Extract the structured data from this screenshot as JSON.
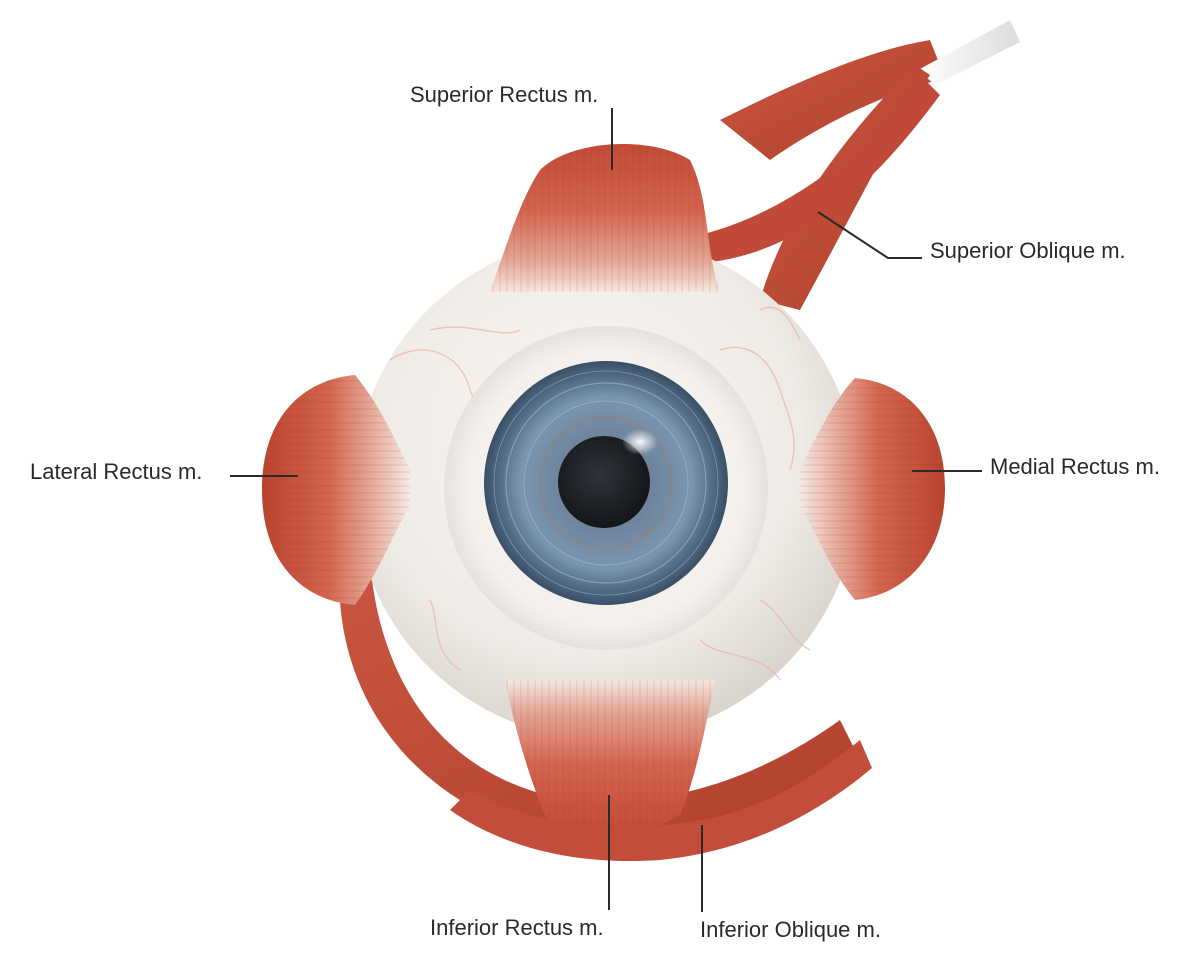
{
  "labels": {
    "superior_rectus": "Superior Rectus m.",
    "superior_oblique": "Superior Oblique m.",
    "lateral_rectus": "Lateral Rectus m.",
    "medial_rectus": "Medial Rectus m.",
    "inferior_rectus": "Inferior Rectus m.",
    "inferior_oblique": "Inferior Oblique m."
  },
  "colors": {
    "muscle": "#c8523e",
    "muscle_dark": "#a63c2c",
    "tendon": "#f2ece6",
    "sclera": "#eeeae6",
    "iris": "#5a7894",
    "pupil": "#1c1f24",
    "leader_line": "#2a2a2a"
  }
}
